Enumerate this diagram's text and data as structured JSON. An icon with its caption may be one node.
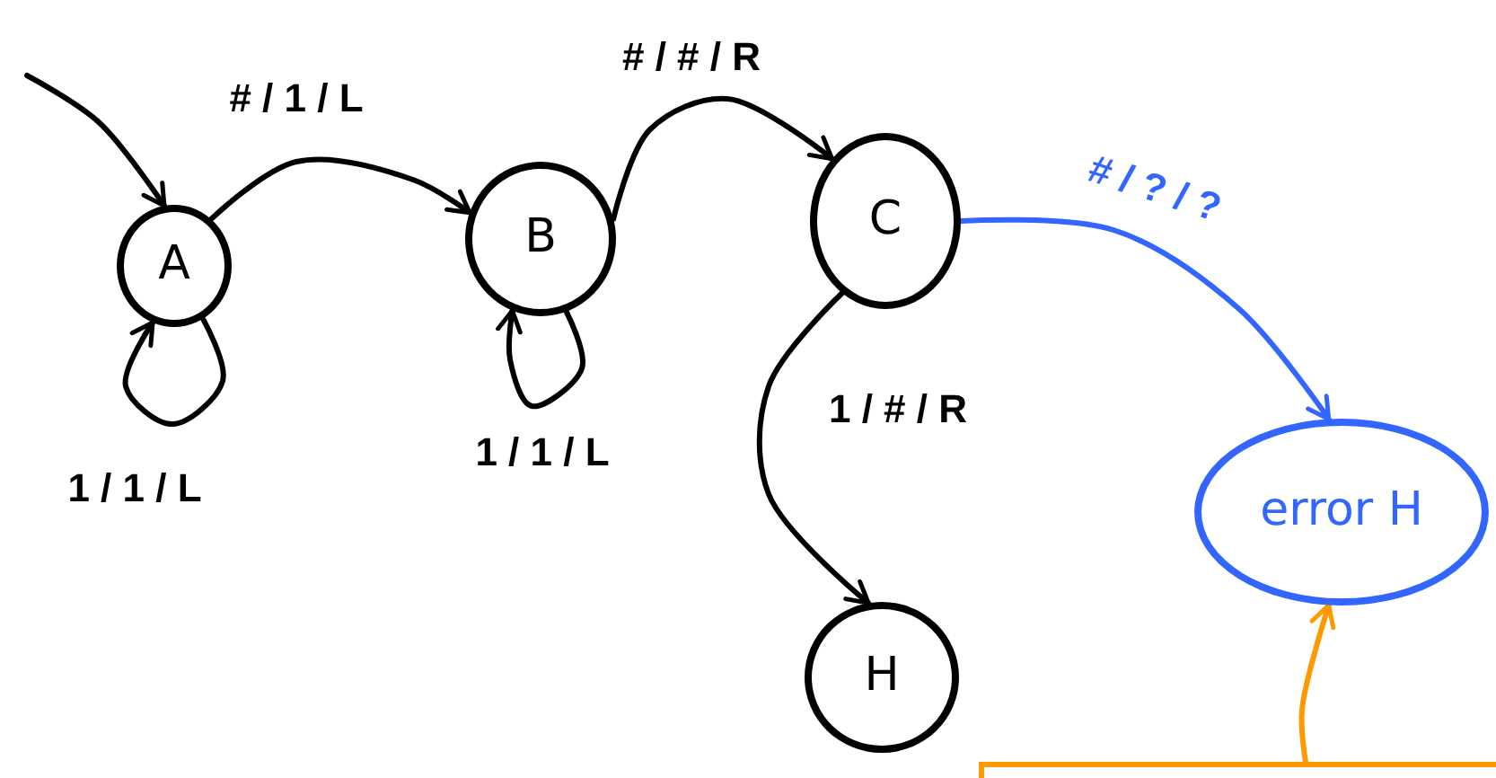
{
  "diagram": {
    "nodes": [
      {
        "text": [
          "A"
        ]
      },
      {
        "text": [
          "B"
        ]
      },
      {
        "text": [
          "C"
        ]
      },
      {
        "text": [
          "H"
        ]
      },
      {
        "text": [
          "error H"
        ]
      },
      {
        "text": [],
        "shape": "box"
      }
    ],
    "edges": [
      {
        "from": null,
        "to": 0,
        "arrow": "to"
      },
      {
        "from": 0,
        "to": 1,
        "arrow": "to",
        "label": "# / 1 / L"
      },
      {
        "from": 0,
        "to": 0,
        "arrow": "to",
        "label": "1 / 1 / L"
      },
      {
        "from": 1,
        "to": 2,
        "arrow": "to",
        "label": "# / # / R"
      },
      {
        "from": 1,
        "to": 1,
        "arrow": "to",
        "label": "1 / 1 / L"
      },
      {
        "from": 2,
        "to": 3,
        "arrow": "to",
        "label": "1 / # / R"
      },
      {
        "from": 2,
        "to": 4,
        "arrow": "to",
        "label": "# / ? / ?",
        "color": "#3366ff"
      },
      {
        "from": 5,
        "to": 4,
        "arrow": "to",
        "color": "#ff9900"
      }
    ]
  }
}
